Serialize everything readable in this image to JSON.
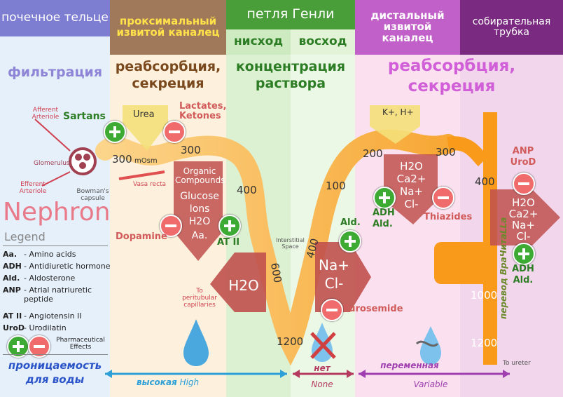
{
  "header": {
    "col1": "почечное тельце",
    "col2": "проксимальный извитой каналец",
    "col3": "петля Генли",
    "col3_down": "нисход",
    "col3_up": "восход",
    "col4": "дистальный извитой каналец",
    "col5": "собирательная трубка"
  },
  "process": {
    "col1": "фильтрация",
    "col2": "реабсорбция, секреция",
    "col3": "концентрация раствора",
    "col4": "реабсорбция, секреция"
  },
  "diagram": {
    "afferent": "Afferent Arteriole",
    "efferent": "Efferent Arteriole",
    "glomerulus": "Glomerulus",
    "bowmans": "Bowman's capsule",
    "vasa_recta": "Vasa recta",
    "sartans": "Sartans",
    "urea": "Urea",
    "lactates": "Lactates, Ketones",
    "osm300_a": "300",
    "mosm": "mOsm",
    "osm300_b": "300",
    "organic": "Organic Compounds",
    "glucose": "Glucose",
    "ions": "Ions",
    "h2o": "H2O",
    "aa": "Aa.",
    "dopamine": "Dopamine",
    "at2": "AT II",
    "osm400_a": "400",
    "h2o_big": "H2O",
    "to_peritubular": "To peritubular capillaries",
    "osm600": "600",
    "interstitial": "Interstitial Space",
    "osm1200_a": "1200",
    "osm400_b": "400",
    "na": "Na+",
    "cl": "Cl-",
    "ald_loop": "Ald.",
    "furosemide": "Furosemide",
    "osm100": "100",
    "k_h": "K+, H+",
    "osm200": "200",
    "osm300_c": "300",
    "h2o_d": "H2O",
    "ca_d": "Ca2+",
    "na_d": "Na+",
    "cl_d": "Cl-",
    "adh_d": "ADH",
    "ald_d": "Ald.",
    "thiazides": "Thiazides",
    "osm400_c": "400",
    "anp": "ANP",
    "urod": "UroD",
    "h2o_c": "H2O",
    "ca_c": "Ca2+",
    "na_c": "Na+",
    "cl_c": "Cl-",
    "adh_c": "ADH",
    "ald_c": "Ald.",
    "osm1000": "1000",
    "osm1200_b": "1200",
    "to_ureter": "To ureter",
    "translator": "перевод ВраЧитаLLa"
  },
  "legend": {
    "nephron": "Nephron",
    "title": "Legend",
    "items": [
      {
        "abbr": "Aa.",
        "desc": "- Amino acids"
      },
      {
        "abbr": "ADH",
        "desc": "- Antidiuretic hormone"
      },
      {
        "abbr": "Ald.",
        "desc": "- Aldosterone"
      },
      {
        "abbr": "ANP",
        "desc": "- Atrial natriuretic peptide"
      },
      {
        "abbr": "AT II",
        "desc": "- Angiotensin II"
      },
      {
        "abbr": "UroD",
        "desc": "- Urodilatin"
      }
    ],
    "pharm": "Pharmaceutical Effects"
  },
  "footer": {
    "permeability": "проницаемость для воды",
    "high_ru": "высокая",
    "high_en": "High",
    "none_ru": "нет",
    "none_en": "None",
    "var_ru": "переменная",
    "var_en": "Variable"
  },
  "colors": {
    "col1": "#7d7ed2",
    "col2": "#a0795a",
    "col3": "#4a9e3a",
    "col4": "#c060c8",
    "col5": "#7a2a80",
    "tubule": "#f9b24a"
  }
}
